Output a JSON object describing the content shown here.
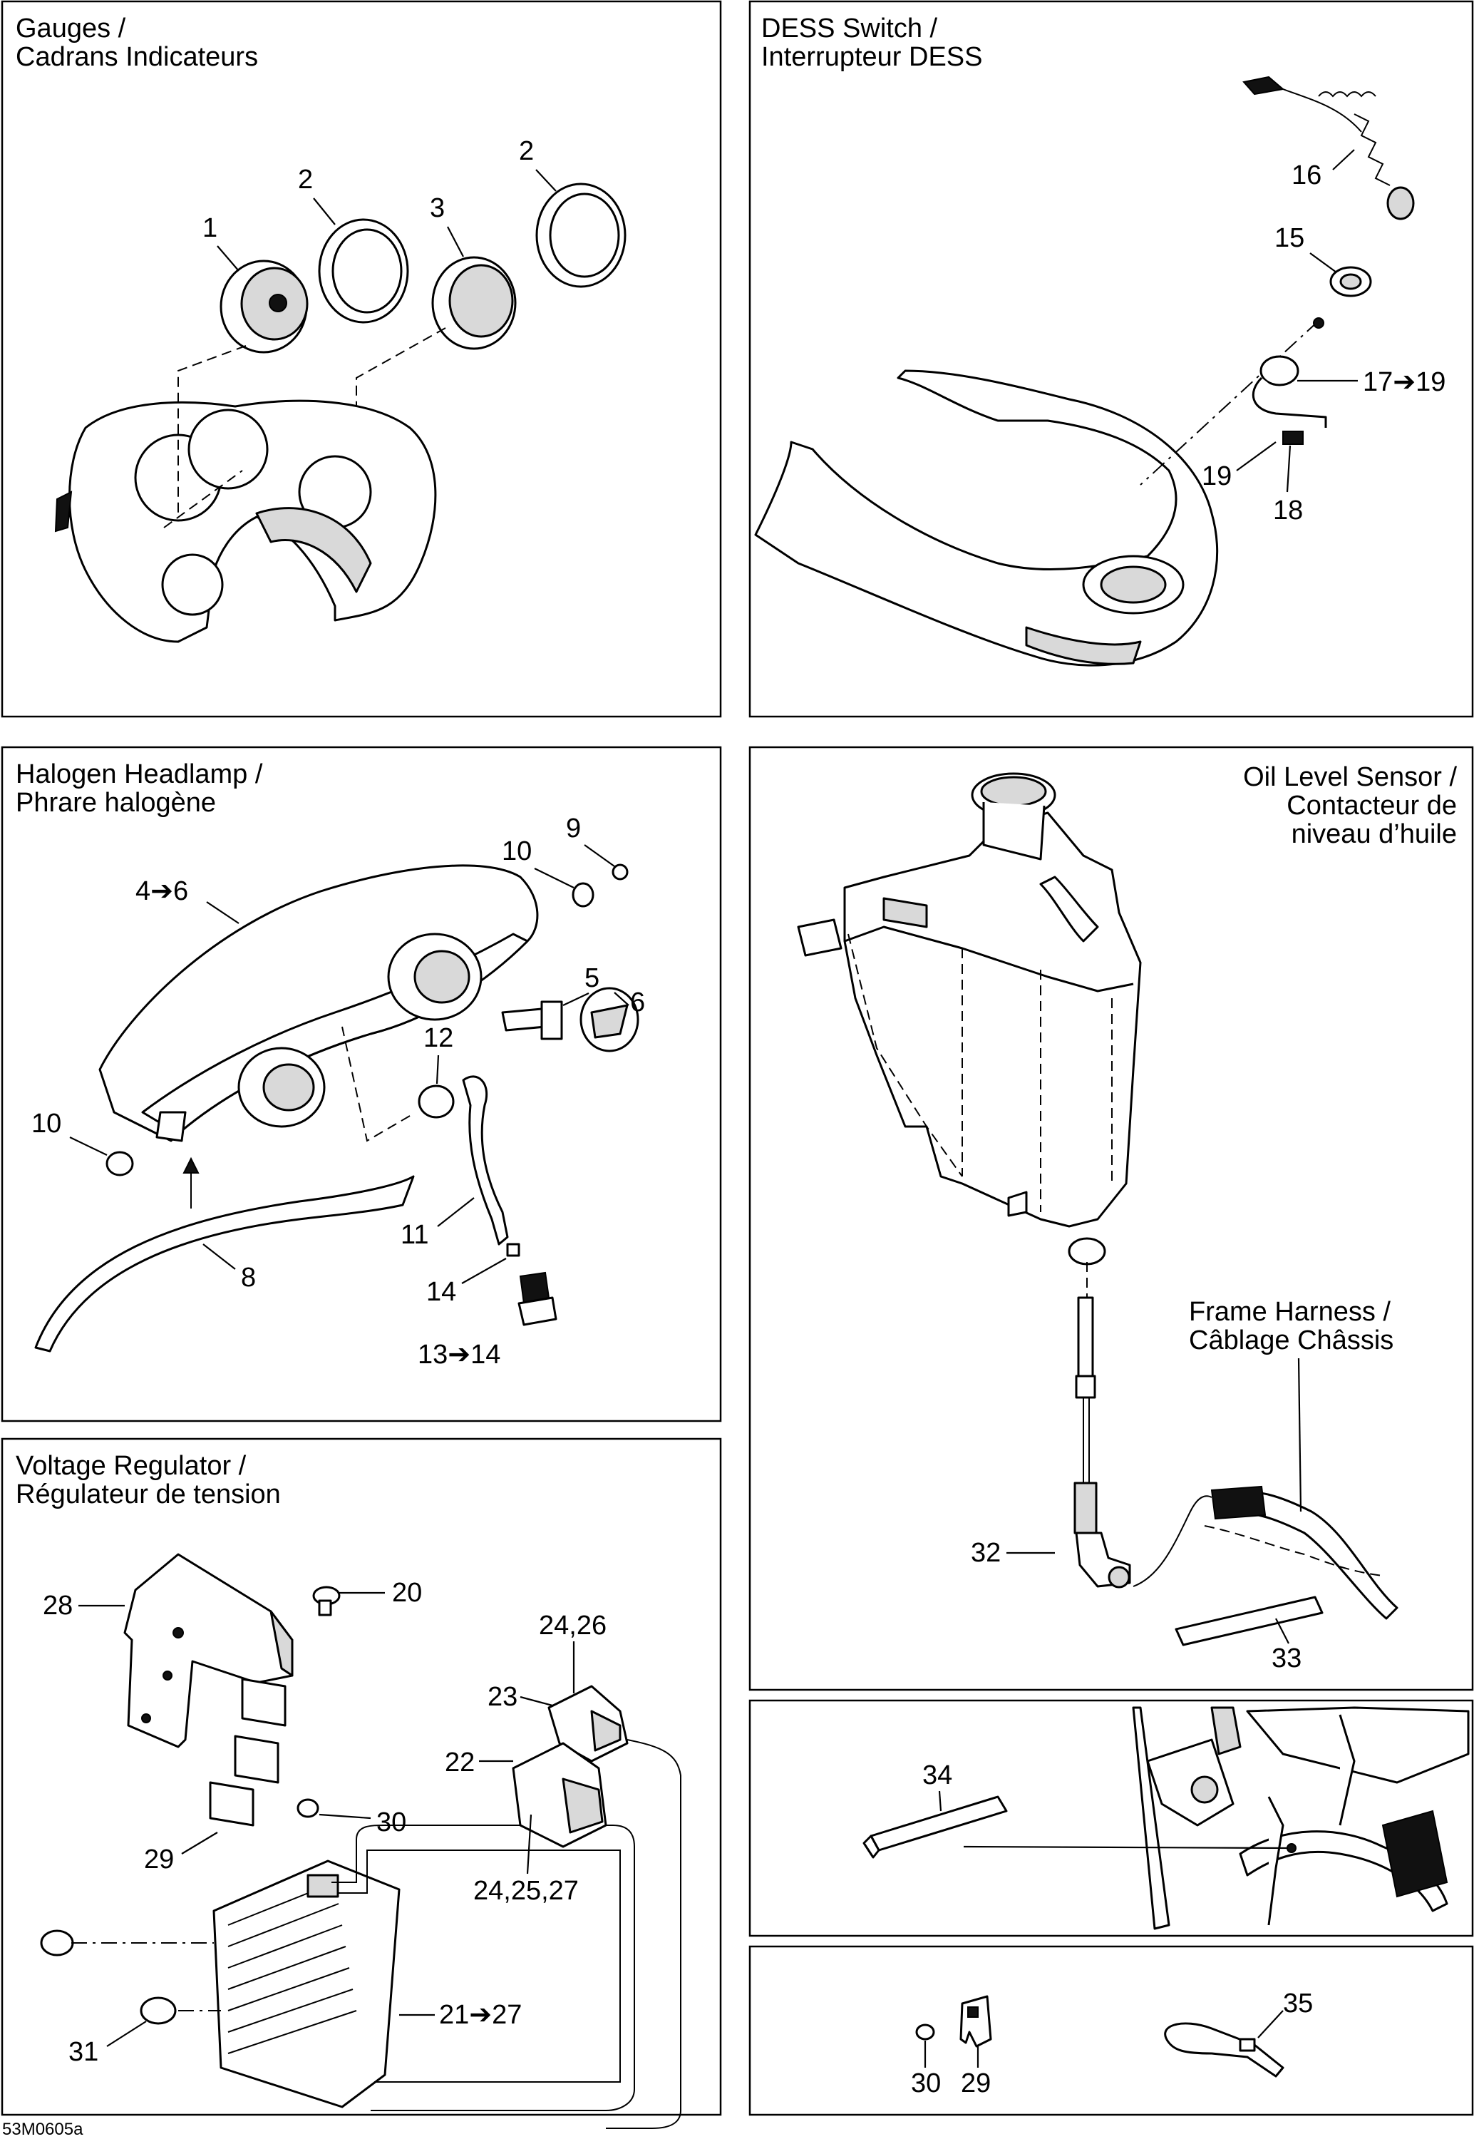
{
  "panels": {
    "gauges": {
      "title_line1": "Gauges /",
      "title_line2": "Cadrans Indicateurs"
    },
    "dess": {
      "title_line1": "DESS Switch /",
      "title_line2": "Interrupteur DESS"
    },
    "headlamp": {
      "title_line1": "Halogen Headlamp /",
      "title_line2": "Phrare halogène"
    },
    "oil": {
      "title_line1": "Oil Level Sensor /",
      "title_line2": "Contacteur de",
      "title_line3": "niveau d’huile"
    },
    "frame": {
      "title_line1": "Frame Harness /",
      "title_line2": "Câblage Châssis"
    },
    "regulator": {
      "title_line1": "Voltage Regulator /",
      "title_line2": "Régulateur de tension"
    }
  },
  "callouts": {
    "g1": "1",
    "g2a": "2",
    "g2b": "2",
    "g3": "3",
    "d16": "16",
    "d15": "15",
    "d17": "17➔19",
    "d19": "19",
    "d18": "18",
    "h9": "9",
    "h10a": "10",
    "h46": "4➔6",
    "h5": "5",
    "h6": "6",
    "h12": "12",
    "h10b": "10",
    "h8": "8",
    "h11": "11",
    "h14": "14",
    "h1314": "13➔14",
    "o32": "32",
    "o33": "33",
    "r28": "28",
    "r20": "20",
    "r2426": "24,26",
    "r23": "23",
    "r22": "22",
    "r30": "30",
    "r29": "29",
    "r242527": "24,25,27",
    "r2127": "21➔27",
    "r31": "31",
    "c34": "34",
    "c35": "35",
    "c30": "30",
    "c29": "29"
  },
  "figure_code": "53M0605a"
}
